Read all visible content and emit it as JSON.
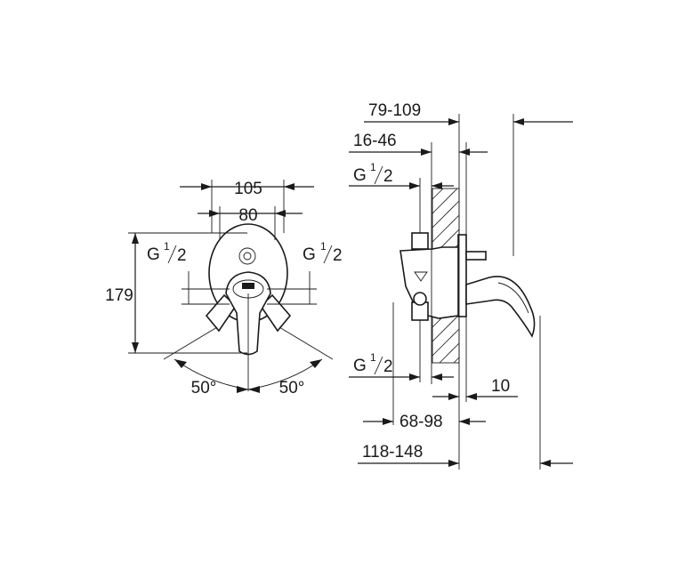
{
  "front_view": {
    "dim_width_outer": "105",
    "dim_width_inner": "80",
    "dim_height": "179",
    "thread_left": {
      "prefix": "G ",
      "num": "1",
      "den": "2"
    },
    "thread_right": {
      "prefix": "G ",
      "num": "1",
      "den": "2"
    },
    "angle_left": "50°",
    "angle_right": "50°"
  },
  "side_view": {
    "dim_top_1": "79-109",
    "dim_top_2": "16-46",
    "thread_top": {
      "prefix": "G ",
      "num": "1",
      "den": "2"
    },
    "thread_bottom": {
      "prefix": "G ",
      "num": "1",
      "den": "2"
    },
    "dim_right_bottom": "10",
    "dim_bottom_1": "68-98",
    "dim_bottom_2": "118-148"
  }
}
